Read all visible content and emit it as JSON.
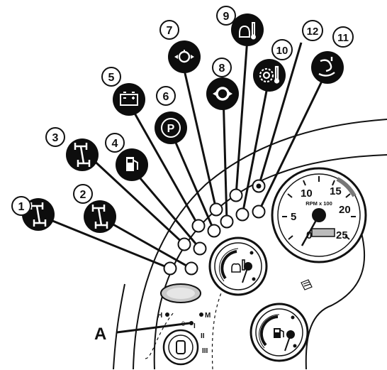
{
  "callouts": [
    {
      "number": "1",
      "icon": "four-wheel-drive-front-icon"
    },
    {
      "number": "2",
      "icon": "four-wheel-drive-rear-icon"
    },
    {
      "number": "3",
      "icon": "axle-lock-icon"
    },
    {
      "number": "4",
      "icon": "fuel-pump-icon"
    },
    {
      "number": "5",
      "icon": "battery-icon"
    },
    {
      "number": "6",
      "icon": "parking-brake-icon"
    },
    {
      "number": "7",
      "icon": "engine-oil-pressure-icon"
    },
    {
      "number": "8",
      "icon": "transmission-oil-pressure-icon"
    },
    {
      "number": "9",
      "icon": "engine-coolant-temperature-icon"
    },
    {
      "number": "10",
      "icon": "transmission-oil-temperature-icon"
    },
    {
      "number": "11",
      "icon": "air-filter-restriction-icon"
    },
    {
      "number": "12",
      "icon": "warning-indicator-icon"
    }
  ],
  "tachometer": {
    "labels": [
      "0",
      "5",
      "10",
      "15",
      "20",
      "25"
    ],
    "unit": "RPM x 100"
  },
  "key_switch": {
    "label_a": "A",
    "pos_h": "H",
    "pos_m": "M",
    "pos_0": "0",
    "pos_1": "I",
    "pos_2": "II",
    "pos_3": "III"
  },
  "colors": {
    "ink": "#111111",
    "paper": "#ffffff",
    "bubble": "#0d0d0d"
  }
}
